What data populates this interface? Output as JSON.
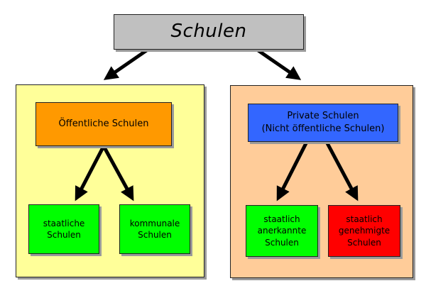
{
  "colors": {
    "root_fill": "#c0c0c0",
    "left_panel_fill": "#ffff99",
    "right_panel_fill": "#ffcc99",
    "public_fill": "#ff9900",
    "private_fill": "#3366ff",
    "green_fill": "#00ff00",
    "red_fill": "#ff0000",
    "arrow_color": "#000000"
  },
  "root": {
    "label": "Schulen"
  },
  "public": {
    "label": "Öffentliche Schulen"
  },
  "private": {
    "line1": "Private Schulen",
    "line2": "(Nicht öffentliche Schulen)"
  },
  "leaves": [
    {
      "line1": "staatliche",
      "line2": "Schulen"
    },
    {
      "line1": "kommunale",
      "line2": "Schulen"
    },
    {
      "line1": "staatlich",
      "line2": "anerkannte",
      "line3": "Schulen"
    },
    {
      "line1": "staatlich",
      "line2": "genehmigte",
      "line3": "Schulen"
    }
  ]
}
